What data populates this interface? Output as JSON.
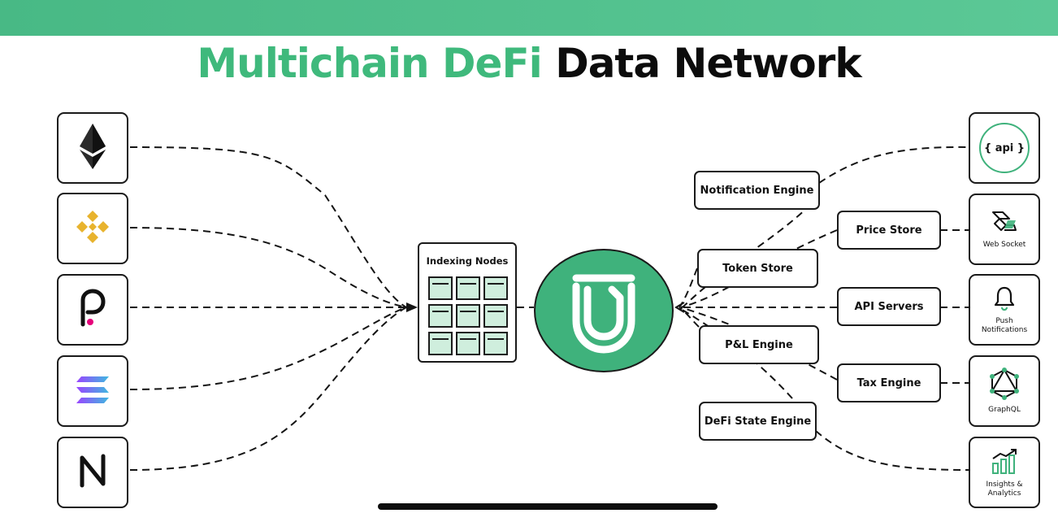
{
  "title": {
    "part1": "Multichain DeFi",
    "part2": "Data Network"
  },
  "colors": {
    "accent": "#3fb97c",
    "hub": "#3fb27c",
    "bar": "#52c28d"
  },
  "chains": [
    {
      "icon": "ethereum-icon"
    },
    {
      "icon": "bnb-icon"
    },
    {
      "icon": "polkadot-icon"
    },
    {
      "icon": "solana-icon"
    },
    {
      "icon": "near-icon"
    }
  ],
  "indexing_nodes": {
    "label": "Indexing Nodes"
  },
  "hub": {
    "icon": "unmarshal-logo"
  },
  "engines": {
    "notification": "Notification Engine",
    "token_store": "Token Store",
    "pnl": "P&L Engine",
    "defi_state": "DeFi State Engine",
    "price_store": "Price Store",
    "api_servers": "API Servers",
    "tax_engine": "Tax Engine"
  },
  "outputs": {
    "api": {
      "label": "{ api }"
    },
    "websocket": {
      "label": "Web Socket"
    },
    "push": {
      "label": "Push\nNotifications"
    },
    "graphql": {
      "label": "GraphQL"
    },
    "insights": {
      "label": "Insights &\nAnalytics"
    }
  }
}
